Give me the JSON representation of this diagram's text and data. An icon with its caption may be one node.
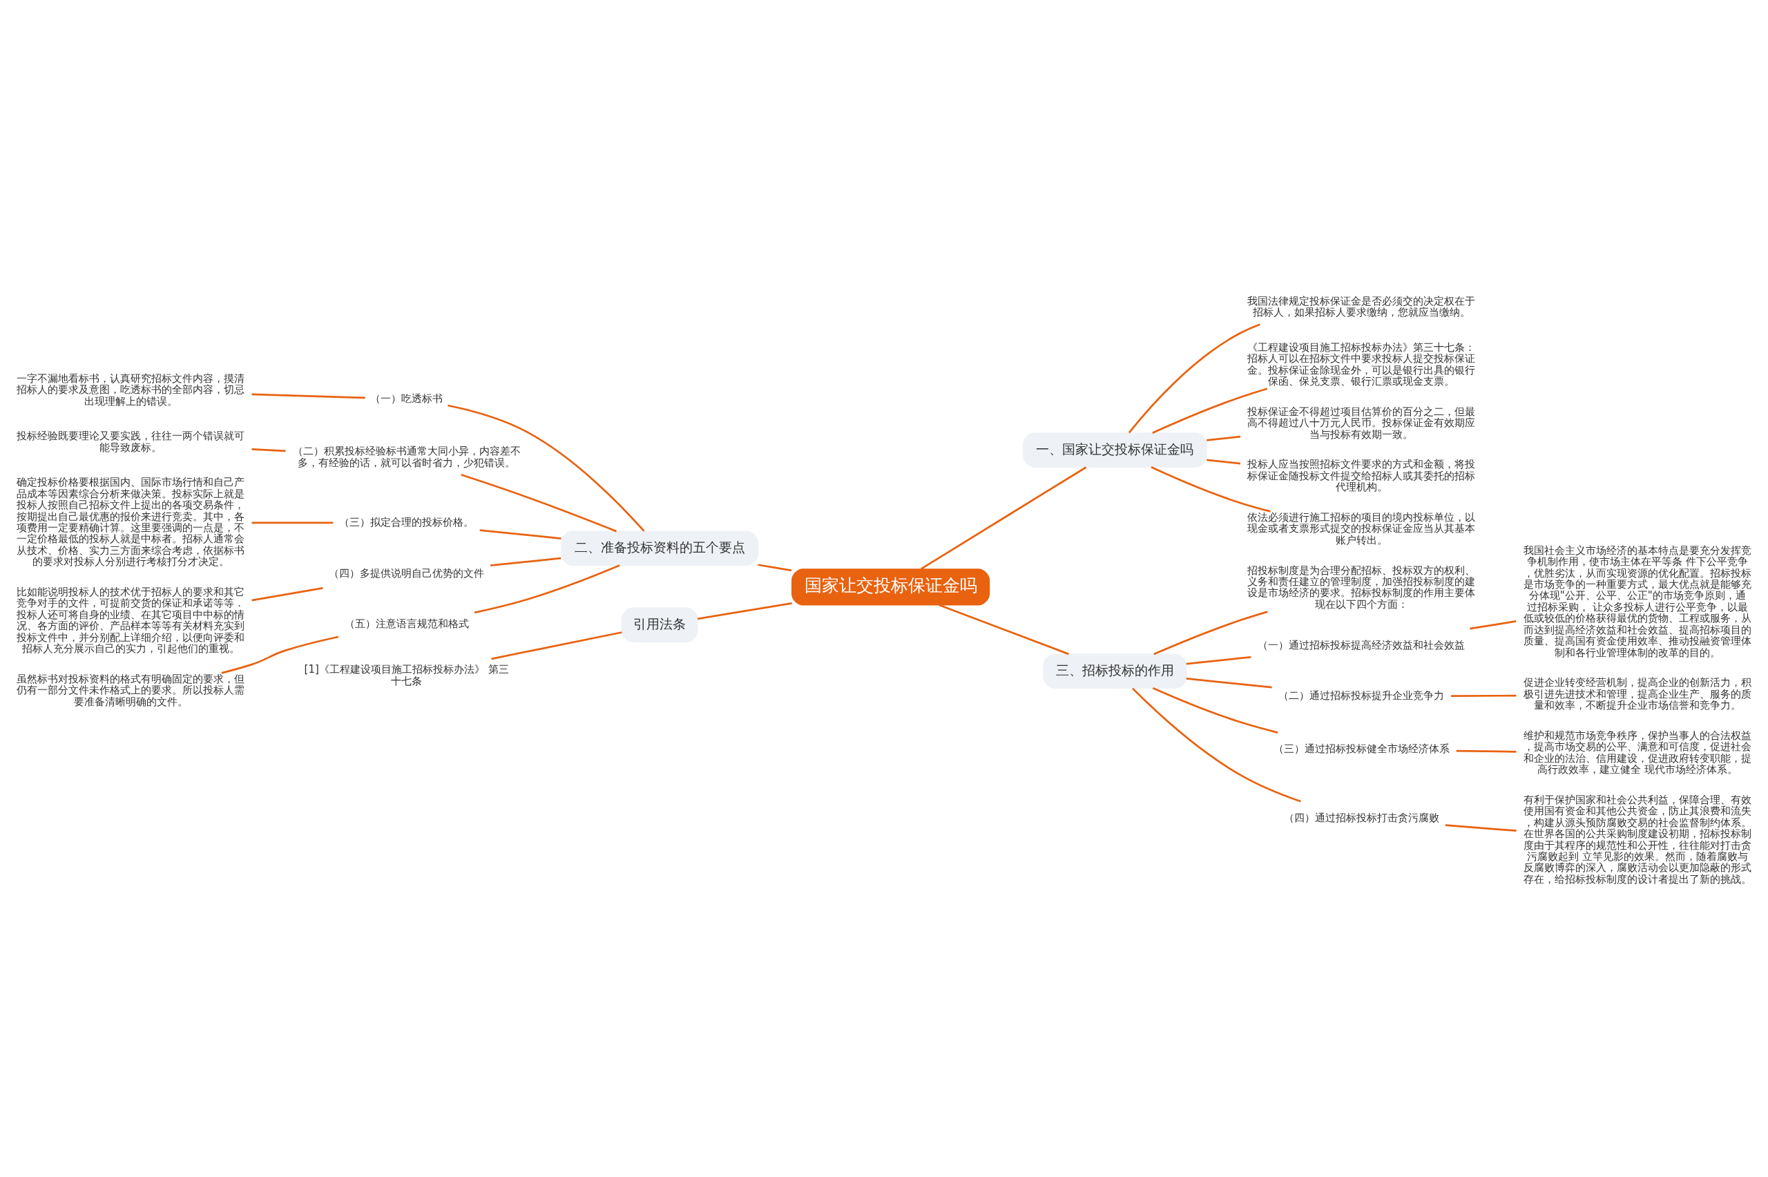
{
  "diagram": {
    "nodes": [
      {
        "text": [
          "国家让交投标保证金吗"
        ]
      },
      {
        "text": [
          "一、国家让交投标保证金吗"
        ]
      },
      {
        "text": [
          "我国法律规定投标保证金是否必须交的决定权在于招标人，如果招标人要求缴纳，您就应当缴纳。"
        ]
      },
      {
        "text": [
          "《工程建设项目施工招标投标办法》第三十七条：招标人可以在招标文件中要求投标人提交投标保证金。投标保证金除现金外，可以是银行出具的银行保函、保兑支票、银行汇票或现金支票。"
        ]
      },
      {
        "text": [
          "投标保证金不得超过项目估算价的百分之二，但最高不得超过八十万元人民币。投标保证金有效期应当与投标有效期一致。"
        ]
      },
      {
        "text": [
          "投标人应当按照招标文件要求的方式和金额，将投标保证金随投标文件提交给招标人或其委托的招标代理机构。"
        ]
      },
      {
        "text": [
          "依法必须进行施工招标的项目的境内投标单位，以现金或者支票形式提交的投标保证金应当从其基本账户转出。"
        ]
      },
      {
        "text": [
          "二、准备投标资料的五个要点"
        ]
      },
      {
        "text": [
          "（一）吃透标书"
        ]
      },
      {
        "text": [
          "一字不漏地看标书，认真研究招标文件内容，摸清招标人的要求及意图，吃透标书的全部内容，切忌出现理解上的错误。"
        ]
      },
      {
        "text": [
          "（二）积累投标经验标书通常大同小异，内容差不多，有经验的话，就可以省时省力，少犯错误。"
        ]
      },
      {
        "text": [
          "投标经验既要理论又要实践，往往一两个错误就可能导致废标。"
        ]
      },
      {
        "text": [
          "（三）拟定合理的投标价格。"
        ]
      },
      {
        "text": [
          "确定投标价格要根据国内、国际市场行情和自己产品成本等因素综合分析来做决策。投标实际上就是投标人按照自己招标文件上提出的各项交易条件，按期提出自己最优惠的报价来进行竞卖。其中，各项费用一定要精确计算。这里要强调的一点是，不一定价格最低的投标人就是中标者。招标人通常会从技术、价格、实力三方面来综合考虑，依据标书的要求对投标人分别进行考核打分才决定。"
        ]
      },
      {
        "text": [
          "（四）多提供说明自己优势的文件"
        ]
      },
      {
        "text": [
          "比如能说明投标人的技术优于招标人的要求和其它竞争对手的文件，可提前交货的保证和承诺等等．投标人还可将自身的业绩、在其它项目中中标的情况、各方面的评价、产品样本等等有关材料充实到投标文件中，并分别配上详细介绍，以便向评委和招标人充分展示自己的实力，引起他们的重视。"
        ]
      },
      {
        "text": [
          "（五）注意语言规范和格式"
        ]
      },
      {
        "text": [
          "虽然标书对投标资料的格式有明确固定的要求，但仍有一部分文件未作格式上的要求。所以投标人需要准备清晰明确的文件。"
        ]
      },
      {
        "text": [
          "引用法条"
        ]
      },
      {
        "text": [
          "[1]《工程建设项目施工招标投标办法》 第三十七条"
        ]
      },
      {
        "text": [
          "三、招标投标的作用"
        ]
      },
      {
        "text": [
          "招投标制度是为合理分配招标、投标双方的权利、义务和责任建立的管理制度，加强招投标制度的建设是市场经济的要求。招标投标制度的作用主要体现在以下四个方面："
        ]
      },
      {
        "text": [
          "（一）通过招标投标提高经济效益和社会效益"
        ]
      },
      {
        "text": [
          "我国社会主义市场经济的基本特点是要充分发挥竞争机制作用，使市场主体在平等条 件下公平竞争，优胜劣汰，从而实现资源的优化配置。招标投标是市场竞争的一种重要方式，最大优点就是能够充分体现\"公开、公平、公正\"的市场竞争原则，通过招标采购， 让众多投标人进行公平竞争，以最低或较低的价格获得最优的货物、工程或服务，从而达到提高经济效益和社会效益、提高招标项目的质量、提高国有资金使用效率、推动投融资管理体制和各行业管理体制的改革的目的。"
        ]
      },
      {
        "text": [
          "（二）通过招标投标提升企业竞争力"
        ]
      },
      {
        "text": [
          "促进企业转变经营机制，提高企业的创新活力，积极引进先进技术和管理，提高企业生产、服务的质量和效率，不断提升企业市场信誉和竞争力。"
        ]
      },
      {
        "text": [
          "（三）通过招标投标健全市场经济体系"
        ]
      },
      {
        "text": [
          "维护和规范市场竞争秩序，保护当事人的合法权益，提高市场交易的公平、满意和可信度，促进社会和企业的法治、信用建设，促进政府转变职能，提高行政效率，建立健全 现代市场经济体系。"
        ]
      },
      {
        "text": [
          "（四）通过招标投标打击贪污腐败"
        ]
      },
      {
        "text": [
          "有利于保护国家和社会公共利益，保障合理、有效使用国有资金和其他公共资金，防止其浪费和流失，构建从源头预防腐败交易的社会监督制约体系。在世界各国的公共采购制度建设初期，招标投标制度由于其程序的规范性和公开性，往往能对打击贪污腐败起到 立竿见影的效果。然而，随着腐败与反腐败博弈的深入，腐败活动会以更加隐蔽的形式存在，给招标投标制度的设计者提出了新的挑战。"
        ]
      }
    ],
    "edges": [
      {
        "from": 0,
        "to": 1,
        "arrow": "none"
      },
      {
        "from": 1,
        "to": 2,
        "arrow": "none"
      },
      {
        "from": 1,
        "to": 3,
        "arrow": "none"
      },
      {
        "from": 1,
        "to": 4,
        "arrow": "none"
      },
      {
        "from": 1,
        "to": 5,
        "arrow": "none"
      },
      {
        "from": 1,
        "to": 6,
        "arrow": "none"
      },
      {
        "from": 0,
        "to": 7,
        "arrow": "none"
      },
      {
        "from": 7,
        "to": 8,
        "arrow": "none"
      },
      {
        "from": 8,
        "to": 9,
        "arrow": "none"
      },
      {
        "from": 7,
        "to": 10,
        "arrow": "none"
      },
      {
        "from": 10,
        "to": 11,
        "arrow": "none"
      },
      {
        "from": 7,
        "to": 12,
        "arrow": "none"
      },
      {
        "from": 12,
        "to": 13,
        "arrow": "none"
      },
      {
        "from": 7,
        "to": 14,
        "arrow": "none"
      },
      {
        "from": 14,
        "to": 15,
        "arrow": "none"
      },
      {
        "from": 7,
        "to": 16,
        "arrow": "none"
      },
      {
        "from": 16,
        "to": 17,
        "arrow": "none"
      },
      {
        "from": 0,
        "to": 18,
        "arrow": "none"
      },
      {
        "from": 18,
        "to": 19,
        "arrow": "none"
      },
      {
        "from": 0,
        "to": 20,
        "arrow": "none"
      },
      {
        "from": 20,
        "to": 21,
        "arrow": "none"
      },
      {
        "from": 20,
        "to": 22,
        "arrow": "none"
      },
      {
        "from": 22,
        "to": 23,
        "arrow": "none"
      },
      {
        "from": 20,
        "to": 24,
        "arrow": "none"
      },
      {
        "from": 24,
        "to": 25,
        "arrow": "none"
      },
      {
        "from": 20,
        "to": 26,
        "arrow": "none"
      },
      {
        "from": 26,
        "to": 27,
        "arrow": "none"
      },
      {
        "from": 20,
        "to": 28,
        "arrow": "none"
      },
      {
        "from": 28,
        "to": 29,
        "arrow": "none"
      }
    ]
  }
}
